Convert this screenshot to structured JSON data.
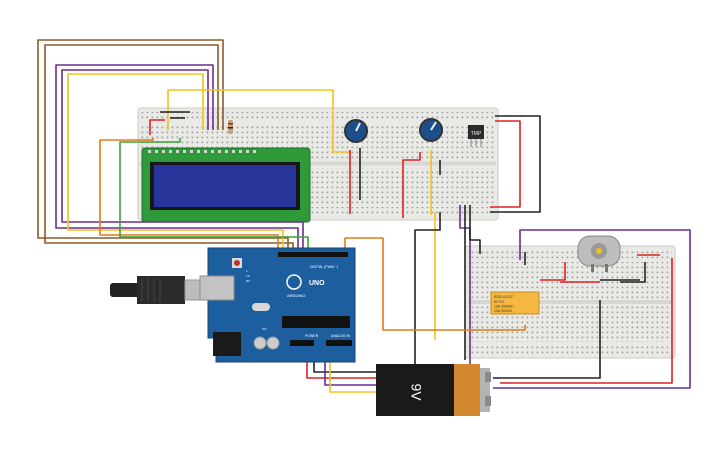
{
  "components": {
    "arduino": {
      "logo": "UNO",
      "brand": "ARDUINO",
      "digital_label": "DIGITAL (PWM ~)",
      "power_label": "POWER",
      "analog_label": "ANALOG IN",
      "tx_label": "TX",
      "rx_label": "RX",
      "l_label": "L",
      "on_label": "ON"
    },
    "battery": {
      "label": "9V"
    },
    "temp_sensor": {
      "label": "TMP"
    },
    "relay": {
      "line1": "KDD-H-DCF",
      "line2": "5V DC",
      "line3": "10A 250VAC",
      "line4": "10A 30VDC"
    }
  },
  "colors": {
    "board": "#1d5f9e",
    "breadboard": "#e9e9e6",
    "lcd_screen": "#27359b",
    "lcd_pcb": "#2e9a3a",
    "battery_body": "#1a1a1a",
    "battery_cap": "#d4882f",
    "relay": "#f4b740",
    "wire_red": "#e02020",
    "wire_black": "#222222",
    "wire_yellow": "#f2c21b",
    "wire_orange": "#e07b16",
    "wire_purple": "#6a2c91",
    "wire_brown": "#8a5a2b",
    "wire_green": "#3aa535"
  }
}
